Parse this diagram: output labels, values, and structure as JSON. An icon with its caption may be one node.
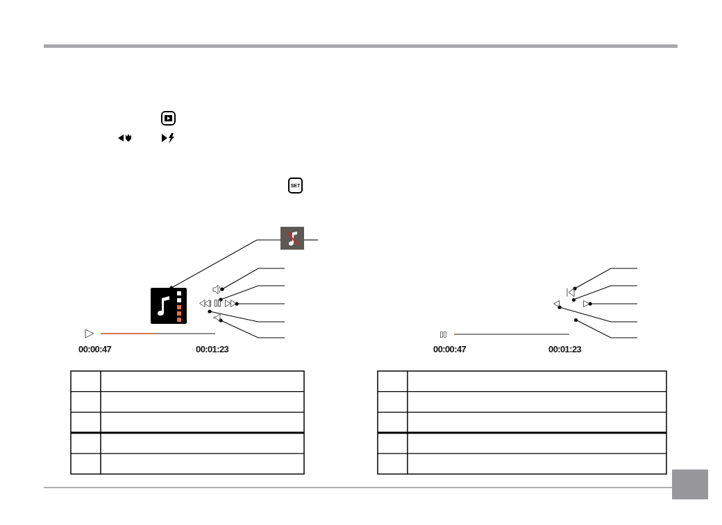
{
  "diagram": {
    "nodes": [
      {
        "text": [],
        "shape": "icon"
      },
      {
        "text": [],
        "shape": "icon"
      },
      {
        "text": [],
        "shape": "icon"
      },
      {
        "text": [],
        "shape": "icon"
      },
      {
        "text": [],
        "shape": "icon"
      },
      {
        "text": [],
        "shape": "icon"
      },
      {
        "text": [],
        "shape": "icon"
      },
      {
        "text": [],
        "shape": "icon"
      },
      {
        "text": [],
        "shape": "icon"
      },
      {
        "text": [],
        "shape": "icon"
      },
      {
        "text": [],
        "shape": "dot"
      },
      {
        "text": [],
        "shape": "dot"
      }
    ],
    "edges": [
      {
        "from": null,
        "to": 0,
        "arrow": "none"
      },
      {
        "from": 0,
        "to": 1,
        "arrow": "other"
      },
      {
        "from": null,
        "to": 2,
        "arrow": "other"
      },
      {
        "from": null,
        "to": 3,
        "arrow": "other"
      },
      {
        "from": null,
        "to": 4,
        "arrow": "other"
      },
      {
        "from": null,
        "to": 5,
        "arrow": "other"
      },
      {
        "from": null,
        "to": 6,
        "arrow": "other"
      },
      {
        "from": null,
        "to": 7,
        "arrow": "other"
      },
      {
        "from": null,
        "to": 10,
        "arrow": "none"
      },
      {
        "from": null,
        "to": 8,
        "arrow": "other"
      },
      {
        "from": null,
        "to": 9,
        "arrow": "other"
      },
      {
        "from": null,
        "to": 11,
        "arrow": "none"
      }
    ],
    "labels": [
      "SET",
      "00:00:47",
      "00:01:23",
      "00:00:47",
      "00:01:23"
    ]
  }
}
